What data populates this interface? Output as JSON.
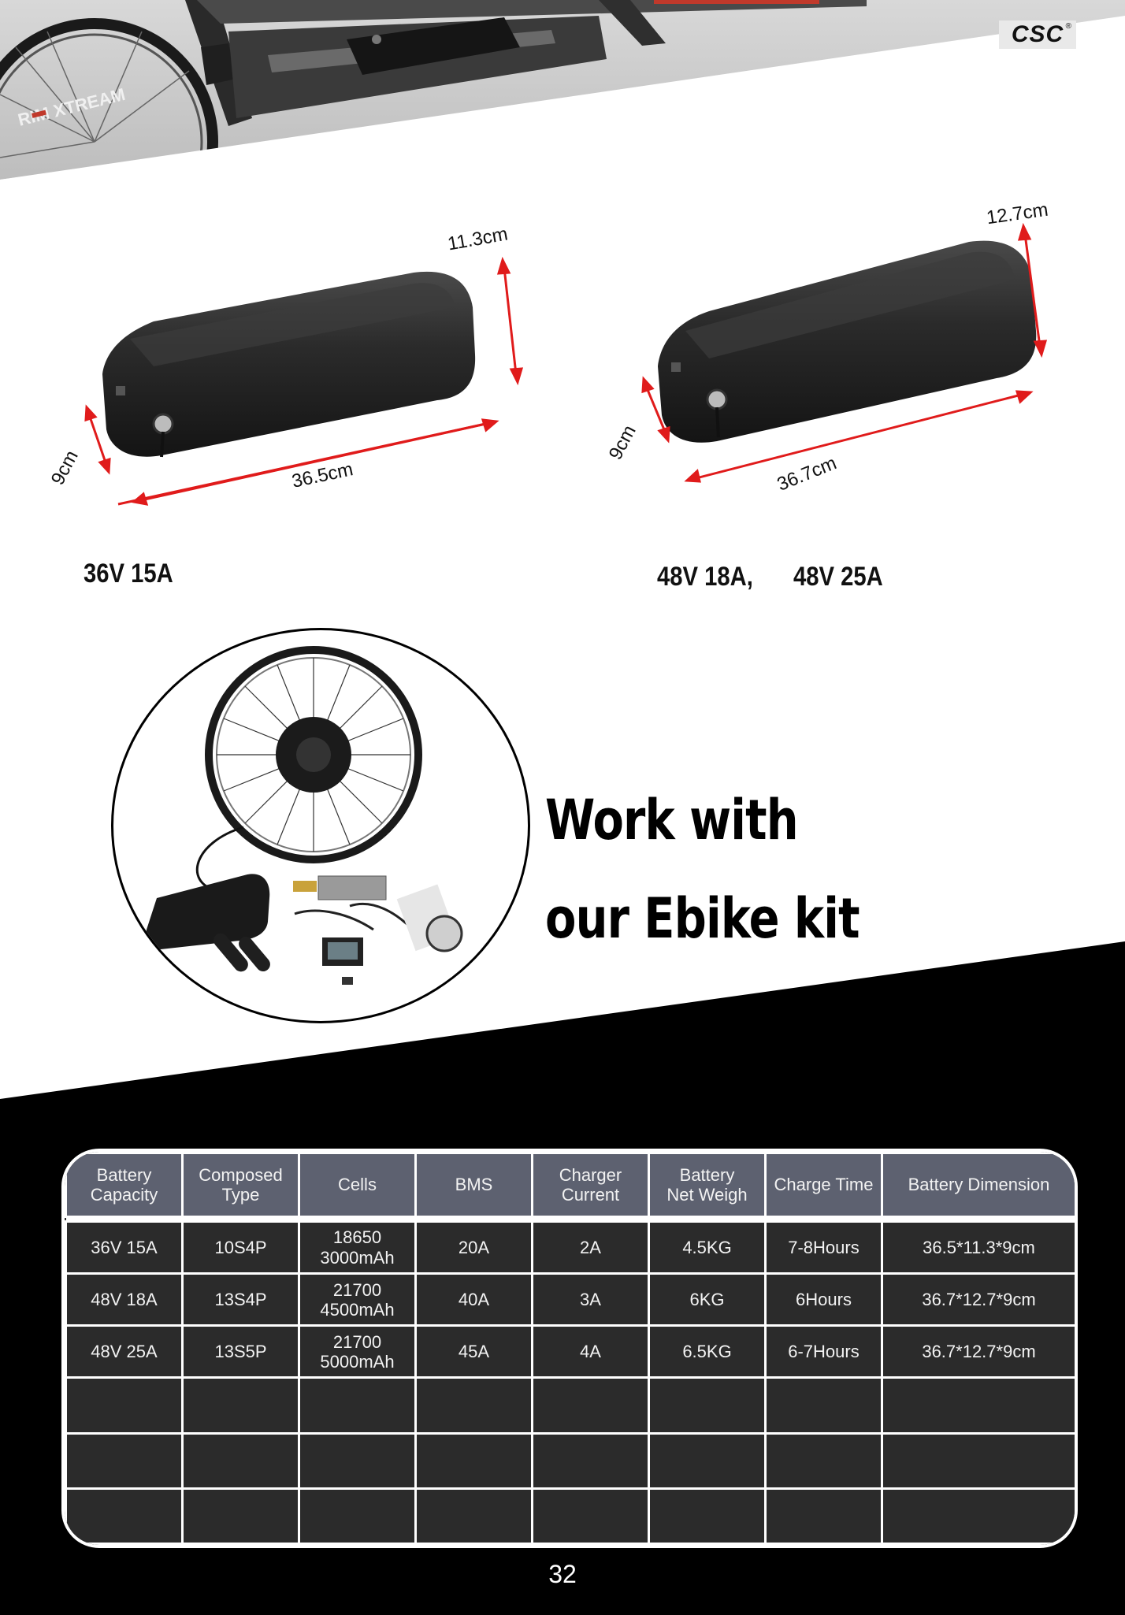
{
  "brand": {
    "logo_text": "CSC",
    "registered": "®"
  },
  "batteries": [
    {
      "model": "36V 15A",
      "length": "36.5cm",
      "height": "11.3cm",
      "width": "9cm"
    },
    {
      "model_a": "48V 18A,",
      "model_b": "48V 25A",
      "length": "36.7cm",
      "height": "12.7cm",
      "width": "9cm"
    }
  ],
  "promo": {
    "line1": "Work with",
    "line2": "our Ebike kit"
  },
  "table": {
    "headers": [
      "Battery\nCapacity",
      "Composed\nType",
      "Cells",
      "BMS",
      "Charger\nCurrent",
      "Battery\nNet Weigh",
      "Charge Time",
      "Battery Dimension"
    ],
    "rows": [
      [
        "36V 15A",
        "10S4P",
        "18650\n3000mAh",
        "20A",
        "2A",
        "4.5KG",
        "7-8Hours",
        "36.5*11.3*9cm"
      ],
      [
        "48V 18A",
        "13S4P",
        "21700\n4500mAh",
        "40A",
        "3A",
        "6KG",
        "6Hours",
        "36.7*12.7*9cm"
      ],
      [
        "48V 25A",
        "13S5P",
        "21700\n5000mAh",
        "45A",
        "4A",
        "6.5KG",
        "6-7Hours",
        "36.7*12.7*9cm"
      ]
    ]
  },
  "page_number": "32",
  "colors": {
    "header_bg": "#5d6170",
    "cell_bg": "#2b2b2b",
    "dimension_arrow": "#e01b1b",
    "background_dark": "#000000"
  }
}
